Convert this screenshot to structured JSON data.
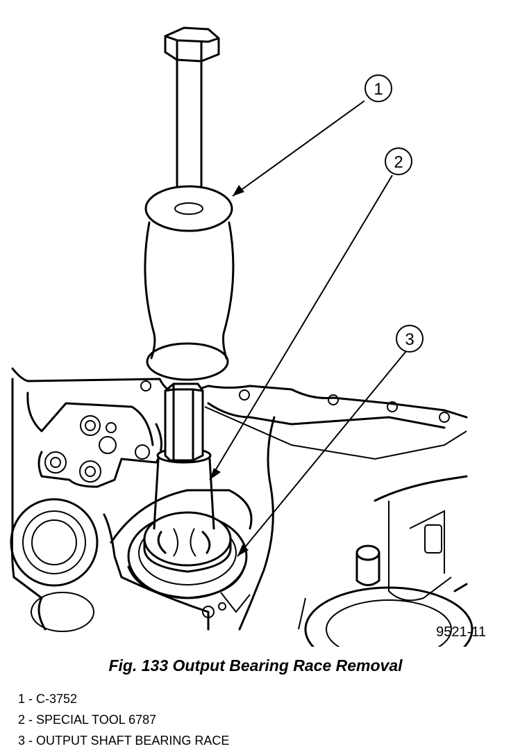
{
  "figure": {
    "id_code": "9521-11",
    "caption": "Fig. 133 Output Bearing Race Removal"
  },
  "callouts": [
    {
      "number": "1",
      "label": "C-3752"
    },
    {
      "number": "2",
      "label": "SPECIAL TOOL 6787"
    },
    {
      "number": "3",
      "label": "OUTPUT SHAFT BEARING RACE"
    }
  ],
  "legend": [
    {
      "number": "1",
      "label": "C-3752"
    },
    {
      "number": "2",
      "label": "SPECIAL TOOL 6787"
    },
    {
      "number": "3",
      "label": "OUTPUT SHAFT BEARING RACE"
    }
  ]
}
